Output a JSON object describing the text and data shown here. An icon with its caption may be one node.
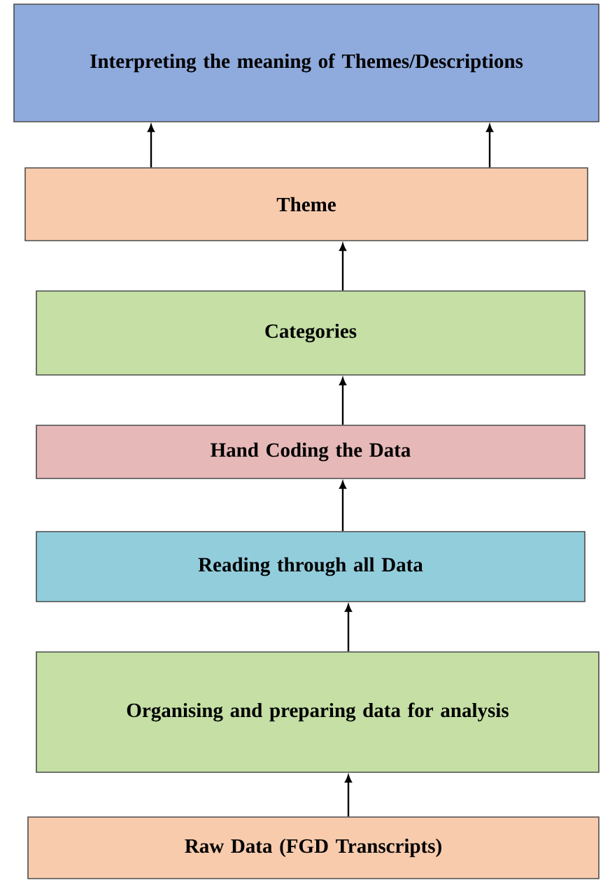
{
  "diagram": {
    "nodes": [
      {
        "text": [
          "Interpreting the meaning of Themes/Descriptions"
        ]
      },
      {
        "text": [
          "Theme"
        ]
      },
      {
        "text": [
          "Categories"
        ]
      },
      {
        "text": [
          "Hand Coding the Data"
        ]
      },
      {
        "text": [
          "Reading through all Data"
        ]
      },
      {
        "text": [
          "Organising and preparing data for analysis"
        ]
      },
      {
        "text": [
          "Raw Data (FGD Transcripts)"
        ]
      }
    ],
    "edges": [
      {
        "from": 1,
        "to": 0,
        "arrow": "to"
      },
      {
        "from": 1,
        "to": 0,
        "arrow": "to"
      },
      {
        "from": 2,
        "to": 1,
        "arrow": "to"
      },
      {
        "from": 3,
        "to": 2,
        "arrow": "to"
      },
      {
        "from": 4,
        "to": 3,
        "arrow": "to"
      },
      {
        "from": 5,
        "to": 4,
        "arrow": "to"
      },
      {
        "from": 6,
        "to": 5,
        "arrow": "to"
      }
    ]
  }
}
